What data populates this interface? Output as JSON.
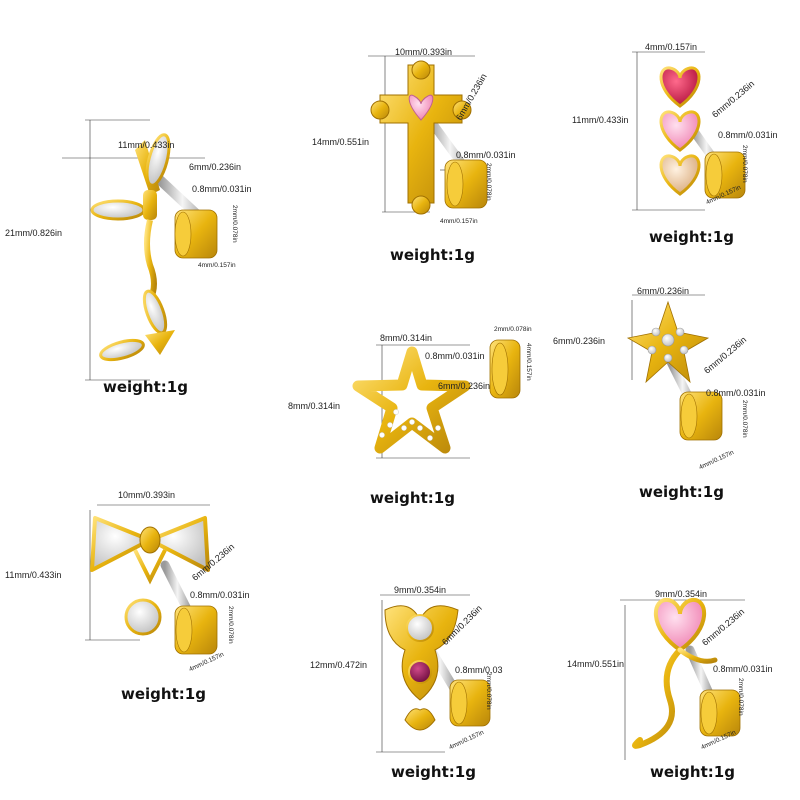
{
  "colors": {
    "gold": "#e8b40f",
    "gold_dark": "#b8860b",
    "silver": "#d9d9d9",
    "pink_gem": "#f7a8c9",
    "red_gem": "#d01c4a",
    "purple_gem": "#8e1450",
    "champagne_gem": "#e9c9a8",
    "clear_gem": "#f2f2f2"
  },
  "products": [
    {
      "name": "butterfly",
      "width_label": "11mm/0.433in",
      "height_label": "21mm/0.826in",
      "length_label": "6mm/0.236in",
      "gauge_label": "0.8mm/0.031in",
      "back_thickness_label": "2mm/0.078in",
      "back_diameter_label": "4mm/0.157in",
      "weight": "weight:1g"
    },
    {
      "name": "cross",
      "width_label": "10mm/0.393in",
      "height_label": "14mm/0.551in",
      "length_label": "6mm/0.236in",
      "gauge_label": "0.8mm/0.031in",
      "back_thickness_label": "2mm/0.078in",
      "back_diameter_label": "4mm/0.157in",
      "weight": "weight:1g"
    },
    {
      "name": "triple-heart",
      "width_label": "4mm/0.157in",
      "height_label": "11mm/0.433in",
      "length_label": "6mm/0.236in",
      "gauge_label": "0.8mm/0.031in",
      "back_thickness_label": "2mm/0.078in",
      "back_diameter_label": "4mm/0.157in",
      "weight": "weight:1g"
    },
    {
      "name": "star",
      "width_label": "8mm/0.314in",
      "height_label": "8mm/0.314in",
      "length_label": "6mm/0.236in",
      "gauge_label": "0.8mm/0.031in",
      "back_thickness_label": "2mm/0.078in",
      "back_diameter_label": "4mm/0.157in",
      "weight": "weight:1g"
    },
    {
      "name": "flower",
      "width_label": "6mm/0.236in",
      "height_label": "6mm/0.236in",
      "length_label": "6mm/0.236in",
      "gauge_label": "0.8mm/0.031in",
      "back_thickness_label": "2mm/0.078in",
      "back_diameter_label": "4mm/0.157in",
      "weight": "weight:1g"
    },
    {
      "name": "bow",
      "width_label": "10mm/0.393in",
      "height_label": "11mm/0.433in",
      "length_label": "6mm/0.236in",
      "gauge_label": "0.8mm/0.031in",
      "back_thickness_label": "2mm/0.078in",
      "back_diameter_label": "4mm/0.157in",
      "weight": "weight:1g"
    },
    {
      "name": "wing-gem",
      "width_label": "9mm/0.354in",
      "height_label": "12mm/0.472in",
      "length_label": "6mm/0.236in",
      "gauge_label": "0.8mm/0.03",
      "back_thickness_label": "2mm/0.078in",
      "back_diameter_label": "4mm/0.157in",
      "weight": "weight:1g"
    },
    {
      "name": "heart-wave",
      "width_label": "9mm/0.354in",
      "height_label": "14mm/0.551in",
      "length_label": "6mm/0.236in",
      "gauge_label": "0.8mm/0.031in",
      "back_thickness_label": "2mm/0.078in",
      "back_diameter_label": "4mm/0.157in",
      "weight": "weight:1g"
    }
  ]
}
